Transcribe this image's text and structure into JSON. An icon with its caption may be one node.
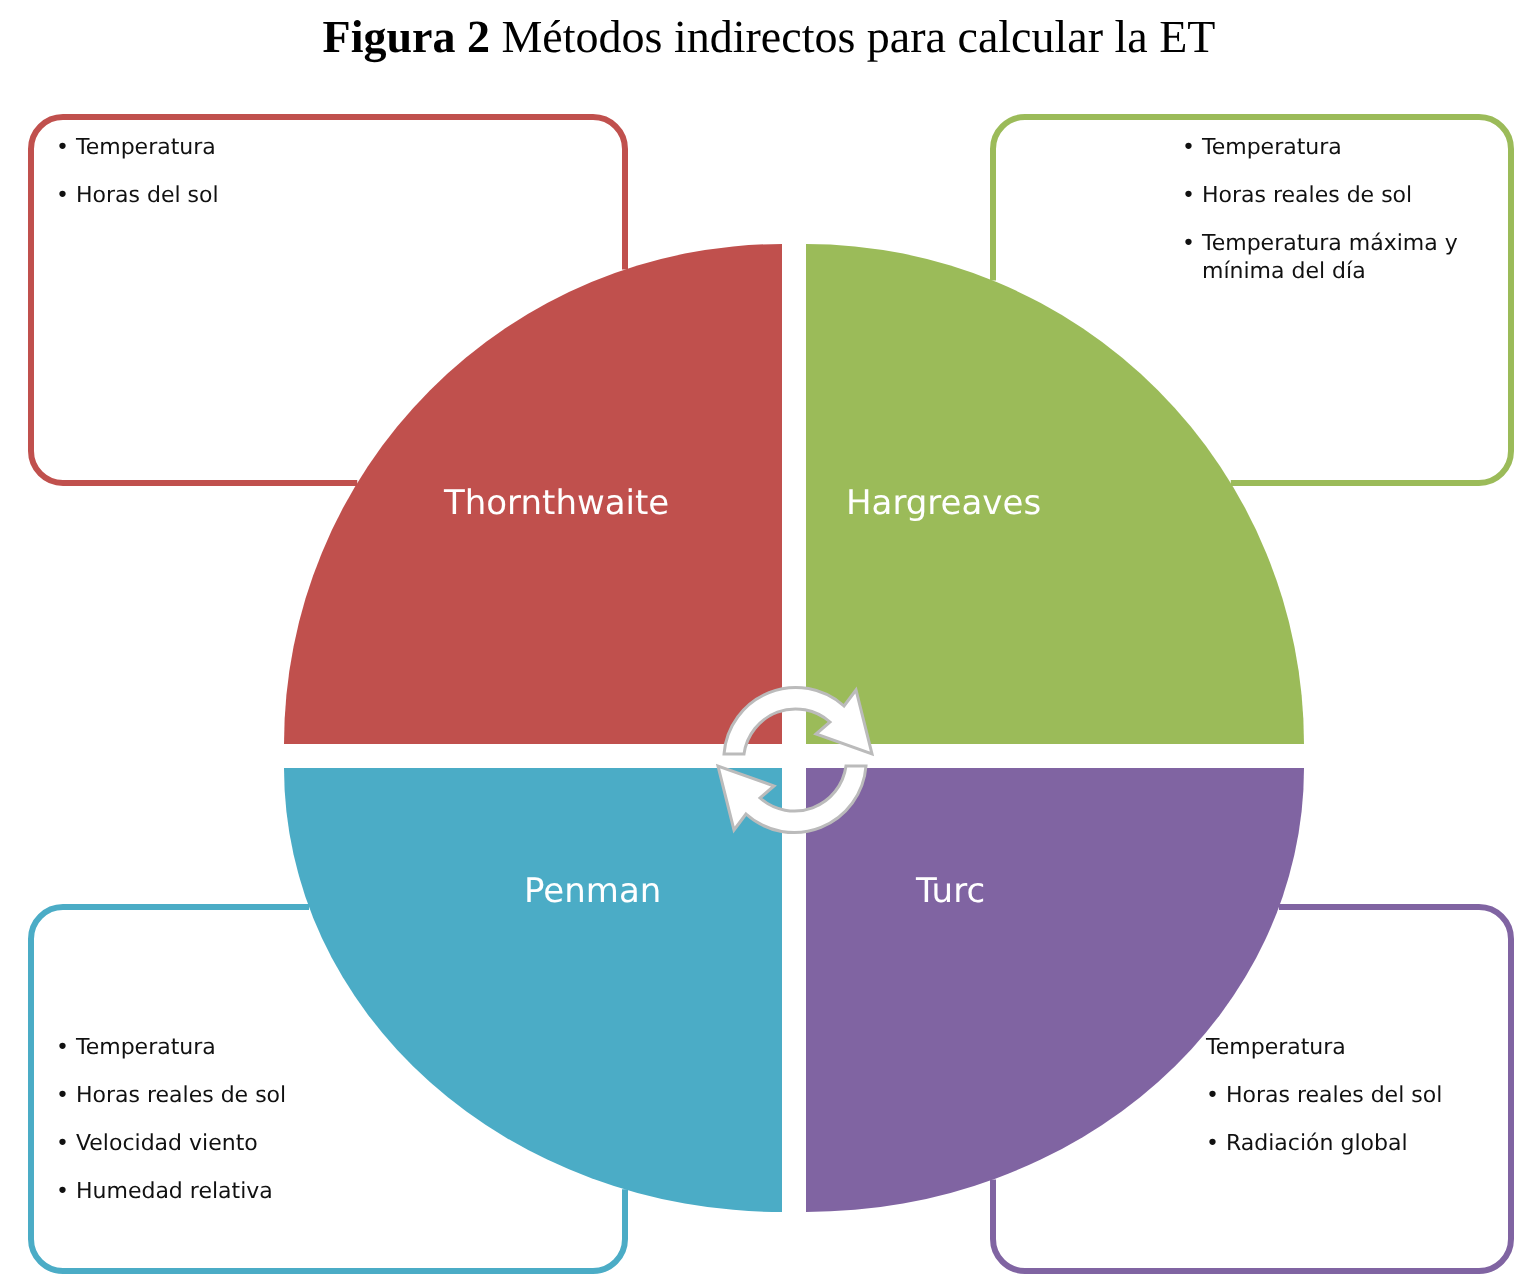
{
  "diagram": {
    "title": "**Figura 2** Métodos indirectos para calcular la ET",
    "nodes": [
      {
        "text": [
          "• Temperatura",
          "• Horas del sol"
        ]
      },
      {
        "text": [
          "• Temperatura",
          "• Horas reales de sol",
          "• Temperatura máxima y mínima del día"
        ]
      },
      {
        "text": [
          "Thornthwaite"
        ]
      },
      {
        "text": [
          "Hargreaves"
        ]
      },
      {
        "text": [
          "Penman"
        ]
      },
      {
        "text": [
          "Turc"
        ]
      },
      {
        "text": [
          "• Temperatura",
          "• Horas reales de sol",
          "• Velocidad viento",
          "• Humedad relativa"
        ]
      },
      {
        "text": [
          "Temperatura",
          "• Horas reales del sol",
          "• Radiación global"
        ]
      }
    ]
  }
}
